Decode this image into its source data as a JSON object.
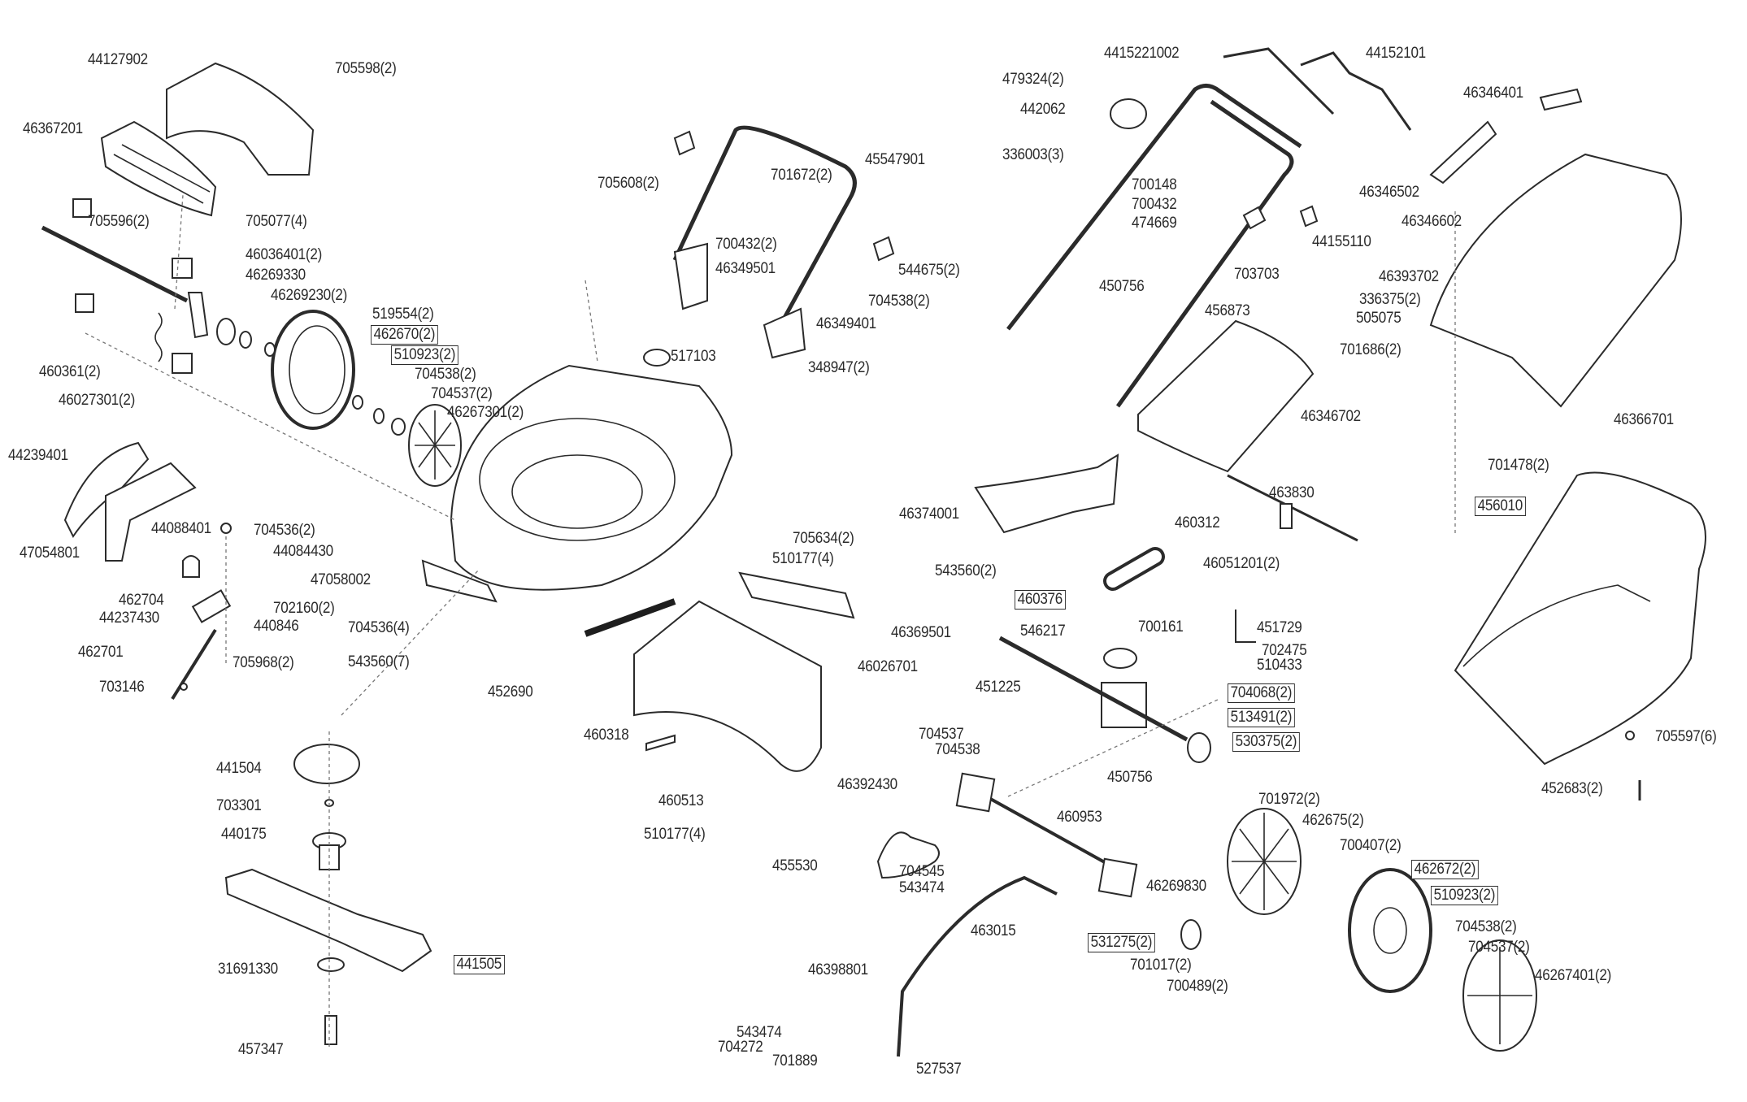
{
  "diagram": {
    "title": "Lawn mower exploded parts diagram",
    "labels": [
      {
        "id": "l1",
        "text": "44127902",
        "boxed": false
      },
      {
        "id": "l2",
        "text": "705598(2)",
        "boxed": false
      },
      {
        "id": "l3",
        "text": "46367201",
        "boxed": false
      },
      {
        "id": "l4",
        "text": "705596(2)",
        "boxed": false
      },
      {
        "id": "l5",
        "text": "705077(4)",
        "boxed": false
      },
      {
        "id": "l6",
        "text": "46036401(2)",
        "boxed": false
      },
      {
        "id": "l7",
        "text": "46269330",
        "boxed": false
      },
      {
        "id": "l8",
        "text": "46269230(2)",
        "boxed": false
      },
      {
        "id": "l9",
        "text": "519554(2)",
        "boxed": false
      },
      {
        "id": "l10",
        "text": "462670(2)",
        "boxed": true
      },
      {
        "id": "l11",
        "text": "510923(2)",
        "boxed": true
      },
      {
        "id": "l12",
        "text": "704538(2)",
        "boxed": false
      },
      {
        "id": "l13",
        "text": "704537(2)",
        "boxed": false
      },
      {
        "id": "l14",
        "text": "46267301(2)",
        "boxed": false
      },
      {
        "id": "l15",
        "text": "460361(2)",
        "boxed": false
      },
      {
        "id": "l16",
        "text": "46027301(2)",
        "boxed": false
      },
      {
        "id": "l17",
        "text": "44239401",
        "boxed": false
      },
      {
        "id": "l18",
        "text": "47054801",
        "boxed": false
      },
      {
        "id": "l19",
        "text": "44088401",
        "boxed": false
      },
      {
        "id": "l20",
        "text": "704536(2)",
        "boxed": false
      },
      {
        "id": "l21",
        "text": "44084430",
        "boxed": false
      },
      {
        "id": "l22",
        "text": "462704",
        "boxed": false
      },
      {
        "id": "l23",
        "text": "44237430",
        "boxed": false
      },
      {
        "id": "l24",
        "text": "702160(2)",
        "boxed": false
      },
      {
        "id": "l25",
        "text": "440846",
        "boxed": false
      },
      {
        "id": "l26",
        "text": "462701",
        "boxed": false
      },
      {
        "id": "l27",
        "text": "705968(2)",
        "boxed": false
      },
      {
        "id": "l28",
        "text": "703146",
        "boxed": false
      },
      {
        "id": "l29",
        "text": "47058002",
        "boxed": false
      },
      {
        "id": "l30",
        "text": "704536(4)",
        "boxed": false
      },
      {
        "id": "l31",
        "text": "543560(7)",
        "boxed": false
      },
      {
        "id": "l32",
        "text": "441504",
        "boxed": false
      },
      {
        "id": "l33",
        "text": "703301",
        "boxed": false
      },
      {
        "id": "l34",
        "text": "440175",
        "boxed": false
      },
      {
        "id": "l35",
        "text": "31691330",
        "boxed": false
      },
      {
        "id": "l36",
        "text": "441505",
        "boxed": true
      },
      {
        "id": "l37",
        "text": "457347",
        "boxed": false
      },
      {
        "id": "l38",
        "text": "705608(2)",
        "boxed": false
      },
      {
        "id": "l39",
        "text": "701672(2)",
        "boxed": false
      },
      {
        "id": "l40",
        "text": "45547901",
        "boxed": false
      },
      {
        "id": "l41",
        "text": "700432(2)",
        "boxed": false
      },
      {
        "id": "l42",
        "text": "46349501",
        "boxed": false
      },
      {
        "id": "l43",
        "text": "544675(2)",
        "boxed": false
      },
      {
        "id": "l44",
        "text": "704538(2)",
        "boxed": false
      },
      {
        "id": "l45",
        "text": "46349401",
        "boxed": false
      },
      {
        "id": "l46",
        "text": "348947(2)",
        "boxed": false
      },
      {
        "id": "l47",
        "text": "517103",
        "boxed": false
      },
      {
        "id": "l48",
        "text": "705634(2)",
        "boxed": false
      },
      {
        "id": "l49",
        "text": "510177(4)",
        "boxed": false
      },
      {
        "id": "l50",
        "text": "543560(2)",
        "boxed": false
      },
      {
        "id": "l51",
        "text": "46369501",
        "boxed": false
      },
      {
        "id": "l52",
        "text": "46026701",
        "boxed": false
      },
      {
        "id": "l53",
        "text": "452690",
        "boxed": false
      },
      {
        "id": "l54",
        "text": "460318",
        "boxed": false
      },
      {
        "id": "l55",
        "text": "460513",
        "boxed": false
      },
      {
        "id": "l56",
        "text": "510177(4)",
        "boxed": false
      },
      {
        "id": "l57",
        "text": "46392430",
        "boxed": false
      },
      {
        "id": "l58",
        "text": "455530",
        "boxed": false
      },
      {
        "id": "l59",
        "text": "704537",
        "boxed": false
      },
      {
        "id": "l60",
        "text": "704538",
        "boxed": false
      },
      {
        "id": "l61",
        "text": "704545",
        "boxed": false
      },
      {
        "id": "l62",
        "text": "543474",
        "boxed": false
      },
      {
        "id": "l63",
        "text": "463015",
        "boxed": false
      },
      {
        "id": "l64",
        "text": "46398801",
        "boxed": false
      },
      {
        "id": "l65",
        "text": "543474",
        "boxed": false
      },
      {
        "id": "l66",
        "text": "704272",
        "boxed": false
      },
      {
        "id": "l67",
        "text": "701889",
        "boxed": false
      },
      {
        "id": "l68",
        "text": "527537",
        "boxed": false
      },
      {
        "id": "l69",
        "text": "4415221002",
        "boxed": false
      },
      {
        "id": "l70",
        "text": "44152101",
        "boxed": false
      },
      {
        "id": "l71",
        "text": "479324(2)",
        "boxed": false
      },
      {
        "id": "l72",
        "text": "442062",
        "boxed": false
      },
      {
        "id": "l73",
        "text": "336003(3)",
        "boxed": false
      },
      {
        "id": "l74",
        "text": "700148",
        "boxed": false
      },
      {
        "id": "l75",
        "text": "700432",
        "boxed": false
      },
      {
        "id": "l76",
        "text": "474669",
        "boxed": false
      },
      {
        "id": "l77",
        "text": "44155110",
        "boxed": false
      },
      {
        "id": "l78",
        "text": "703703",
        "boxed": false
      },
      {
        "id": "l79",
        "text": "450756",
        "boxed": false
      },
      {
        "id": "l80",
        "text": "456873",
        "boxed": false
      },
      {
        "id": "l81",
        "text": "46346702",
        "boxed": false
      },
      {
        "id": "l82",
        "text": "46374001",
        "boxed": false
      },
      {
        "id": "l83",
        "text": "463830",
        "boxed": false
      },
      {
        "id": "l84",
        "text": "460312",
        "boxed": false
      },
      {
        "id": "l85",
        "text": "46051201(2)",
        "boxed": false
      },
      {
        "id": "l86",
        "text": "460376",
        "boxed": true
      },
      {
        "id": "l87",
        "text": "546217",
        "boxed": false
      },
      {
        "id": "l88",
        "text": "700161",
        "boxed": false
      },
      {
        "id": "l89",
        "text": "451225",
        "boxed": false
      },
      {
        "id": "l90",
        "text": "451729",
        "boxed": false
      },
      {
        "id": "l91",
        "text": "702475",
        "boxed": false
      },
      {
        "id": "l92",
        "text": "510433",
        "boxed": false
      },
      {
        "id": "l93",
        "text": "704068(2)",
        "boxed": true
      },
      {
        "id": "l94",
        "text": "513491(2)",
        "boxed": true
      },
      {
        "id": "l95",
        "text": "530375(2)",
        "boxed": true
      },
      {
        "id": "l96",
        "text": "450756",
        "boxed": false
      },
      {
        "id": "l97",
        "text": "460953",
        "boxed": false
      },
      {
        "id": "l98",
        "text": "46269830",
        "boxed": false
      },
      {
        "id": "l99",
        "text": "531275(2)",
        "boxed": true
      },
      {
        "id": "l100",
        "text": "701017(2)",
        "boxed": false
      },
      {
        "id": "l101",
        "text": "700489(2)",
        "boxed": false
      },
      {
        "id": "l102",
        "text": "701972(2)",
        "boxed": false
      },
      {
        "id": "l103",
        "text": "462675(2)",
        "boxed": false
      },
      {
        "id": "l104",
        "text": "700407(2)",
        "boxed": false
      },
      {
        "id": "l105",
        "text": "462672(2)",
        "boxed": true
      },
      {
        "id": "l106",
        "text": "510923(2)",
        "boxed": true
      },
      {
        "id": "l107",
        "text": "704538(2)",
        "boxed": false
      },
      {
        "id": "l108",
        "text": "704537(2)",
        "boxed": false
      },
      {
        "id": "l109",
        "text": "46267401(2)",
        "boxed": false
      },
      {
        "id": "l110",
        "text": "46346401",
        "boxed": false
      },
      {
        "id": "l111",
        "text": "46346502",
        "boxed": false
      },
      {
        "id": "l112",
        "text": "46346602",
        "boxed": false
      },
      {
        "id": "l113",
        "text": "46393702",
        "boxed": false
      },
      {
        "id": "l114",
        "text": "336375(2)",
        "boxed": false
      },
      {
        "id": "l115",
        "text": "505075",
        "boxed": false
      },
      {
        "id": "l116",
        "text": "701686(2)",
        "boxed": false
      },
      {
        "id": "l117",
        "text": "46366701",
        "boxed": false
      },
      {
        "id": "l118",
        "text": "701478(2)",
        "boxed": false
      },
      {
        "id": "l119",
        "text": "456010",
        "boxed": true
      },
      {
        "id": "l120",
        "text": "705597(6)",
        "boxed": false
      },
      {
        "id": "l121",
        "text": "452683(2)",
        "boxed": false
      }
    ]
  }
}
